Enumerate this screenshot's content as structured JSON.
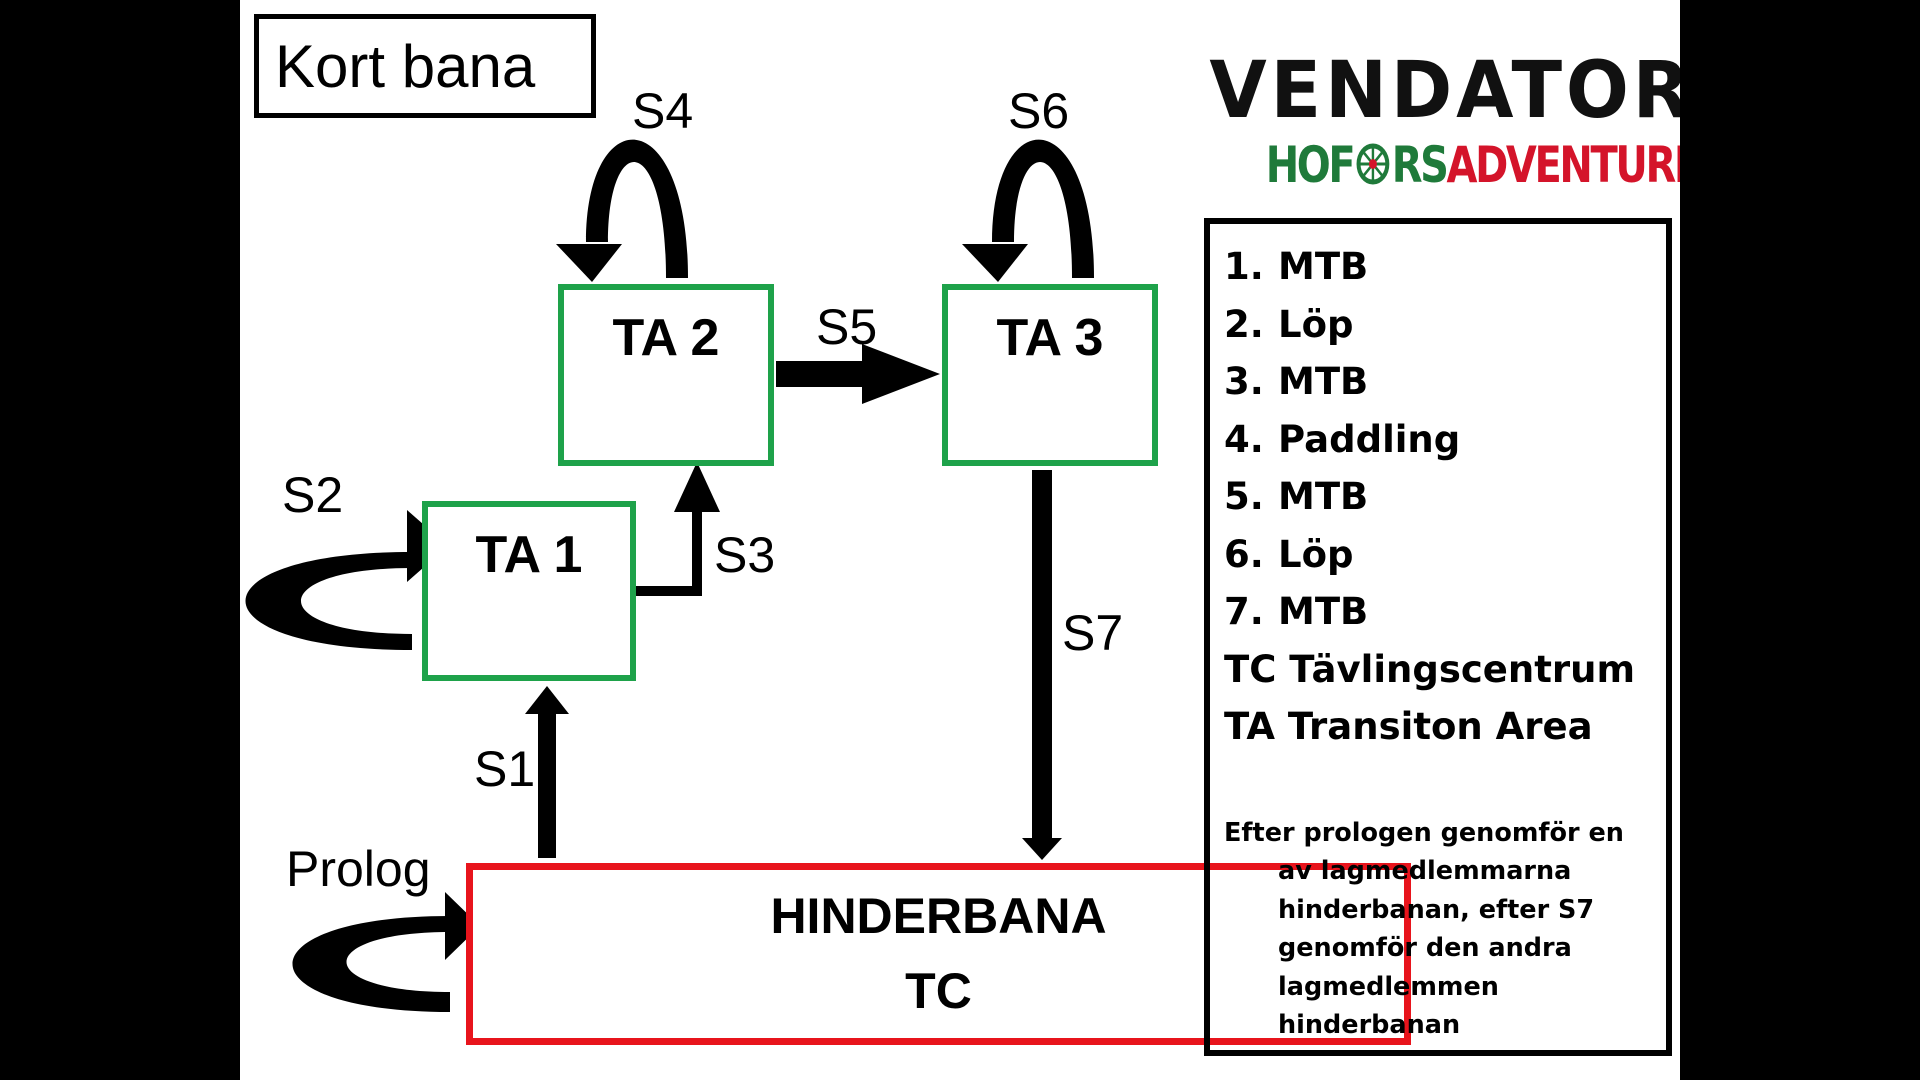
{
  "title": "Kort bana",
  "brand": {
    "name": "VENDATOR",
    "race_green_1": "HOF",
    "race_green_2": "RS",
    "race_red": "ADVENTURERACE",
    "wheel_icon": "compass-wheel-icon"
  },
  "nodes": {
    "ta1": "TA 1",
    "ta2": "TA 2",
    "ta3": "TA 3",
    "tc_line1": "HINDERBANA",
    "tc_line2": "TC"
  },
  "stages": {
    "prolog": "Prolog",
    "s1": "S1",
    "s2": "S2",
    "s3": "S3",
    "s4": "S4",
    "s5": "S5",
    "s6": "S6",
    "s7": "S7"
  },
  "legend": {
    "items": [
      {
        "num": "1.",
        "text": "MTB"
      },
      {
        "num": "2.",
        "text": "Löp"
      },
      {
        "num": "3.",
        "text": "MTB"
      },
      {
        "num": "4.",
        "text": "Paddling"
      },
      {
        "num": "5.",
        "text": "MTB"
      },
      {
        "num": "6.",
        "text": "Löp"
      },
      {
        "num": "7.",
        "text": "MTB"
      }
    ],
    "tc": "TC Tävlingscentrum",
    "ta": "TA Transiton Area",
    "note": "Efter prologen genomför en av lagmedlemmarna hinderbanan, efter S7 genomför den andra lagmedlemmen hinderbanan"
  },
  "colors": {
    "ta_border": "#1ea24a",
    "tc_border": "#e8141c",
    "brand_green": "#1f7a3a",
    "brand_red": "#d4142a",
    "arrow": "#000000"
  }
}
